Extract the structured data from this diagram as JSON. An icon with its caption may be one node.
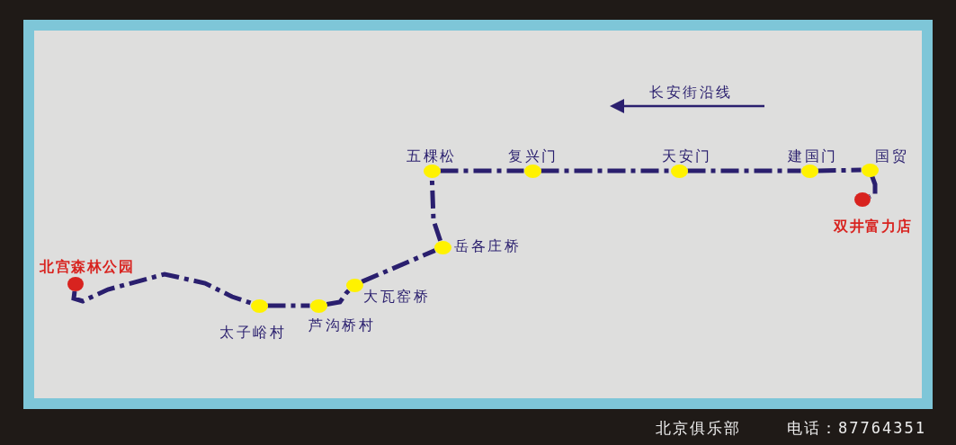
{
  "diagram": {
    "nodes": [
      {
        "text": [],
        "shape": "circle",
        "beside": [
          "北宫森林公园"
        ]
      },
      {
        "text": [],
        "shape": "circle",
        "beside": [
          "太子峪村"
        ]
      },
      {
        "text": [],
        "shape": "circle",
        "beside": [
          "芦沟桥村"
        ]
      },
      {
        "text": [],
        "shape": "circle",
        "beside": [
          "大瓦窑桥"
        ]
      },
      {
        "text": [],
        "shape": "circle",
        "beside": [
          "岳各庄桥"
        ]
      },
      {
        "text": [],
        "shape": "circle",
        "beside": [
          "五棵松"
        ]
      },
      {
        "text": [],
        "shape": "circle",
        "beside": [
          "复兴门"
        ]
      },
      {
        "text": [],
        "shape": "circle",
        "beside": [
          "天安门"
        ]
      },
      {
        "text": [],
        "shape": "circle",
        "beside": [
          "建国门"
        ]
      },
      {
        "text": [],
        "shape": "circle",
        "beside": [
          "国贸"
        ]
      },
      {
        "text": [],
        "shape": "circle",
        "beside": [
          "双井富力店"
        ]
      }
    ],
    "edges": [
      {
        "from": 0,
        "to": 1,
        "arrow": "none",
        "style": "dashed"
      },
      {
        "from": 1,
        "to": 2,
        "arrow": "none",
        "style": "dashed"
      },
      {
        "from": 2,
        "to": 3,
        "arrow": "none",
        "style": "dashed"
      },
      {
        "from": 3,
        "to": 4,
        "arrow": "none",
        "style": "dashed"
      },
      {
        "from": 4,
        "to": 5,
        "arrow": "none",
        "style": "dashed"
      },
      {
        "from": 5,
        "to": 6,
        "arrow": "none",
        "style": "dashed"
      },
      {
        "from": 6,
        "to": 7,
        "arrow": "none",
        "style": "dashed"
      },
      {
        "from": 7,
        "to": 8,
        "arrow": "none",
        "style": "dashed"
      },
      {
        "from": 8,
        "to": 9,
        "arrow": "none",
        "style": "dashed"
      },
      {
        "from": 9,
        "to": 10,
        "arrow": "none",
        "style": "dashed"
      }
    ],
    "labels": [
      "长安街沿线",
      "北京俱乐部",
      "电话：87764351"
    ]
  }
}
